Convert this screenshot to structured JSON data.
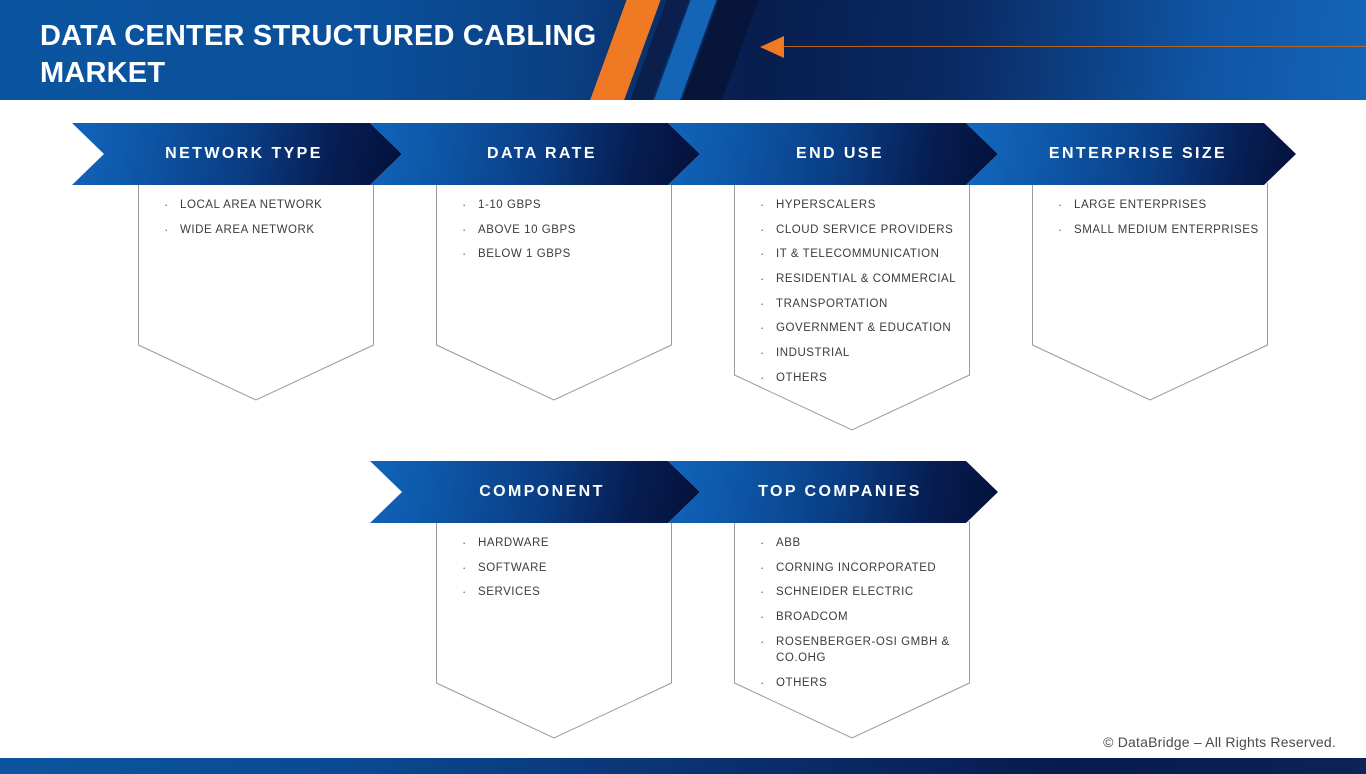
{
  "header": {
    "title": "DATA CENTER STRUCTURED CABLING MARKET",
    "arrow_icon": "left-arrow-icon",
    "accent_orange": "#f07a24",
    "brand_blue": "#0b55a0",
    "dark_navy": "#04113a"
  },
  "footer": {
    "copyright": "© DataBridge – All Rights Reserved."
  },
  "segments": [
    {
      "id": "network-type",
      "title": "NETWORK TYPE",
      "items": [
        "LOCAL AREA NETWORK",
        "WIDE AREA NETWORK"
      ]
    },
    {
      "id": "data-rate",
      "title": "DATA RATE",
      "items": [
        "1-10 GBPS",
        "ABOVE 10 GBPS",
        "BELOW 1 GBPS"
      ]
    },
    {
      "id": "end-use",
      "title": "END USE",
      "items": [
        "HYPERSCALERS",
        "CLOUD SERVICE PROVIDERS",
        "IT & TELECOMMUNICATION",
        "RESIDENTIAL & COMMERCIAL",
        "TRANSPORTATION",
        "GOVERNMENT & EDUCATION",
        "INDUSTRIAL",
        "OTHERS"
      ]
    },
    {
      "id": "enterprise-size",
      "title": "ENTERPRISE SIZE",
      "items": [
        "LARGE ENTERPRISES",
        "SMALL MEDIUM ENTERPRISES"
      ]
    },
    {
      "id": "component",
      "title": "COMPONENT",
      "items": [
        "HARDWARE",
        "SOFTWARE",
        "SERVICES"
      ]
    },
    {
      "id": "top-companies",
      "title": "TOP COMPANIES",
      "items": [
        "ABB",
        "CORNING INCORPORATED",
        "SCHNEIDER ELECTRIC",
        "BROADCOM",
        "ROSENBERGER-OSI GMBH &\nCO.OHG",
        "OTHERS"
      ]
    }
  ]
}
